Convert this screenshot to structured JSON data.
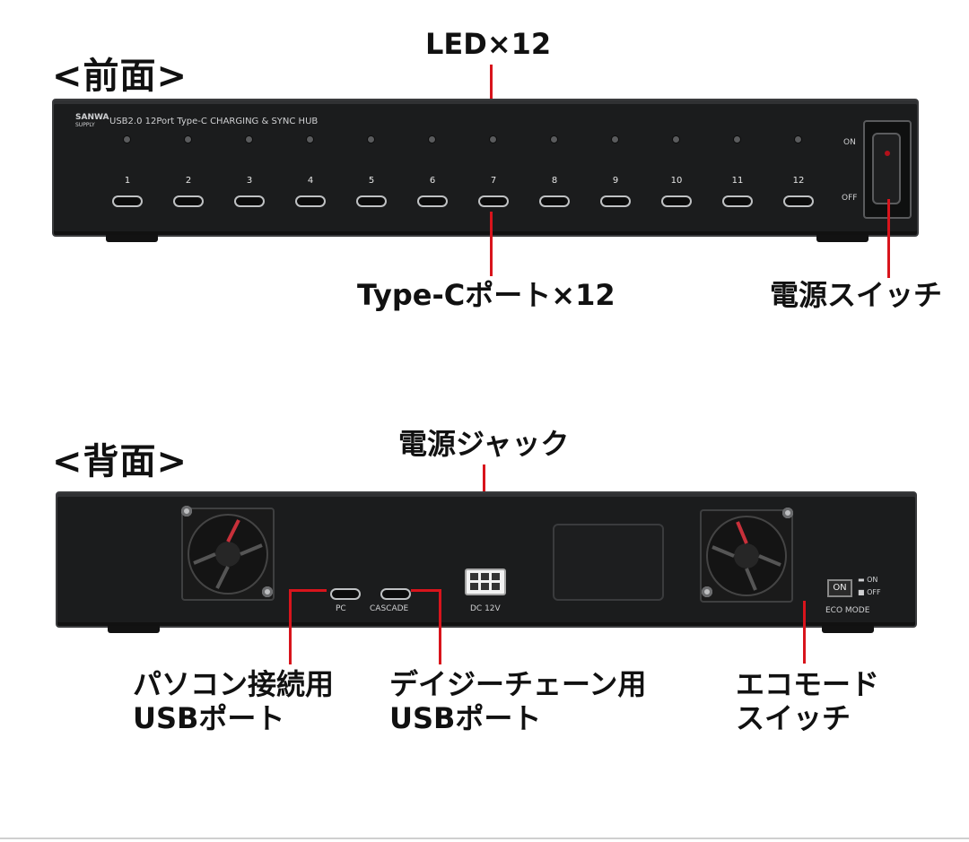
{
  "front": {
    "heading": "<前面>",
    "brand": "SANWA",
    "brand_sub": "SUPPLY",
    "model_text": "USB2.0 12Port Type-C CHARGING & SYNC HUB",
    "port_numbers": [
      "1",
      "2",
      "3",
      "4",
      "5",
      "6",
      "7",
      "8",
      "9",
      "10",
      "11",
      "12"
    ],
    "switch_on_label": "ON",
    "switch_off_label": "OFF",
    "callouts": {
      "led": "LED×12",
      "type_c": "Type-Cポート×12",
      "power_switch": "電源スイッチ"
    }
  },
  "back": {
    "heading": "<背面>",
    "port_pc_label": "PC",
    "port_cascade_label": "CASCADE",
    "dc_label": "DC 12V",
    "eco_button_text": "ON",
    "eco_on_label": "ON",
    "eco_off_label": "OFF",
    "eco_mode_label": "ECO MODE",
    "callouts": {
      "dc_jack": "電源ジャック",
      "pc_usb_line1": "パソコン接続用",
      "pc_usb_line2": "USBポート",
      "daisy_line1": "デイジーチェーン用",
      "daisy_line2": "USBポート",
      "eco_line1": "エコモード",
      "eco_line2": "スイッチ"
    }
  },
  "colors": {
    "leader": "#d8141c",
    "device_body": "#1b1c1d",
    "text": "#111111"
  }
}
